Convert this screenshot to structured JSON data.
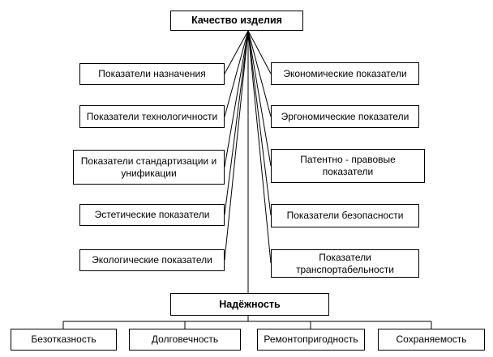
{
  "diagram": {
    "root": "Качество изделия",
    "left": [
      "Показатели назначения",
      "Показатели технологичности",
      "Показатели стандартизации и унификации",
      "Эстетические показатели",
      "Экологические показатели"
    ],
    "right": [
      "Экономические показатели",
      "Эргономические показатели",
      "Патентно - правовые показатели",
      "Показатели безопасности",
      "Показатели транспортабельности"
    ],
    "reliability": "Надёжность",
    "reliability_children": [
      "Безотказность",
      "Долговечность",
      "Ремонтопригодность",
      "Сохраняемость"
    ]
  }
}
